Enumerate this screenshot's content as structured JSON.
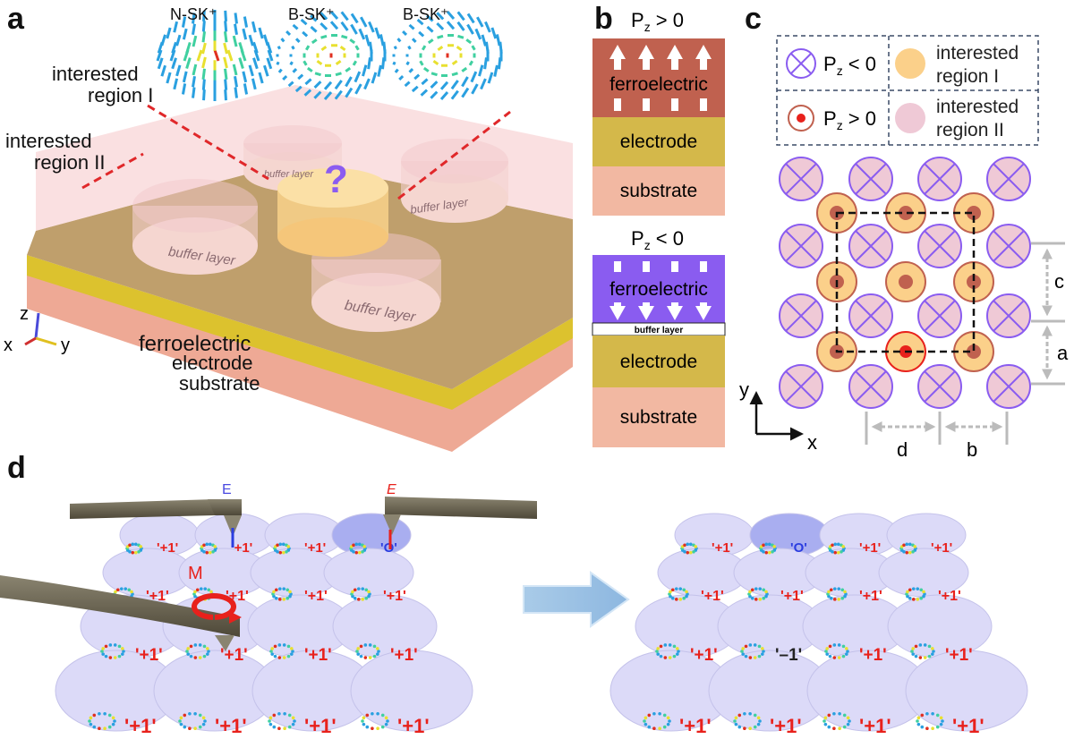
{
  "panels": {
    "a": {
      "label": "a",
      "skyrmions": [
        "N-SK⁺",
        "B-SK⁺",
        "B-SK⁺"
      ],
      "region_1": [
        "interested",
        "region I"
      ],
      "region_2": [
        "interested",
        "region II"
      ],
      "buffer_label": "buffer layer",
      "question": "?",
      "layers": {
        "ferroelectric": "ferroelectric",
        "electrode": "electrode",
        "substrate": "substrate"
      },
      "axes": {
        "z": "z",
        "x": "x",
        "y": "y"
      }
    },
    "b": {
      "label": "b",
      "top": {
        "title_main": "P",
        "title_sub": "z",
        "title_rest": " > 0",
        "ferroelectric": "ferroelectric",
        "electrode": "electrode",
        "substrate": "substrate"
      },
      "bottom": {
        "title_main": "P",
        "title_sub": "z",
        "title_rest": " < 0",
        "ferroelectric": "ferroelectric",
        "buffer": "buffer layer",
        "electrode": "electrode",
        "substrate": "substrate"
      }
    },
    "c": {
      "label": "c",
      "legend": {
        "neg_main": "P",
        "neg_sub": "z",
        "neg_rest": " < 0",
        "pos_main": "P",
        "pos_sub": "z",
        "pos_rest": " > 0",
        "region_1": [
          "interested",
          "region I"
        ],
        "region_2": [
          "interested",
          "region II"
        ]
      },
      "dims": {
        "a": "a",
        "b": "b",
        "c": "c",
        "d": "d"
      },
      "axes": {
        "x": "x",
        "y": "y"
      }
    },
    "d": {
      "label": "d",
      "field_left": "E",
      "field_right": "E",
      "moment": "M",
      "left_labels": [
        [
          "'+1'",
          "'+1'",
          "'+1'",
          "'O'"
        ],
        [
          "'+1'",
          "'+1'",
          "'+1'",
          "'+1'"
        ],
        [
          "'+1'",
          "'+1'",
          "'+1'",
          "'+1'"
        ],
        [
          "'+1'",
          "'+1'",
          "'+1'",
          "'+1'"
        ]
      ],
      "right_labels": [
        [
          "'+1'",
          "'O'",
          "'+1'",
          "'+1'"
        ],
        [
          "'+1'",
          "'+1'",
          "'+1'",
          "'+1'"
        ],
        [
          "'+1'",
          "'–1'",
          "'+1'",
          "'+1'"
        ],
        [
          "'+1'",
          "'+1'",
          "'+1'",
          "'+1'"
        ]
      ]
    }
  },
  "colors": {
    "ferro_up": "#c0614f",
    "ferro_down": "#8a5cf0",
    "electrode": "#d4b84a",
    "substrate": "#f2b8a2",
    "disc": "#dcdaf8",
    "label_red": "#e8211c",
    "label_blue": "#2b3de0"
  }
}
